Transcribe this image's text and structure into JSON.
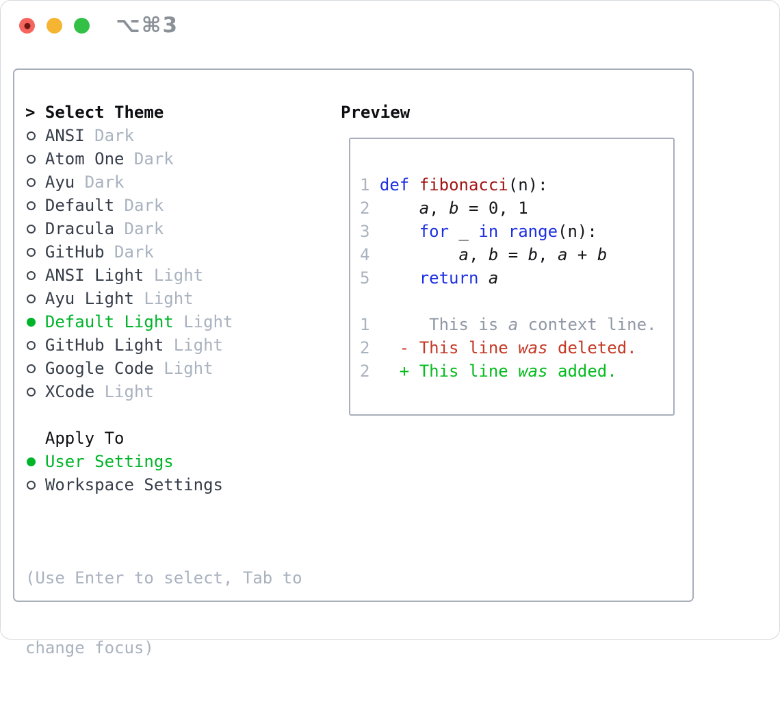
{
  "titlebar": {
    "shortcut": "⌥⌘3"
  },
  "colors": {
    "accent_green": "#00b42a",
    "keyword_blue": "#1d2fe2",
    "function_red": "#a31414",
    "diff_deleted_red": "#c43a26",
    "diff_added_green": "#04bc1e",
    "muted_gray": "#a9b2bf",
    "context_gray": "#8f98a4",
    "text_dark": "#363d49",
    "panel_border": "#a8afbb",
    "traffic_red": "#f5655e",
    "traffic_yellow": "#f6b433",
    "traffic_green": "#32c146"
  },
  "theme_panel": {
    "marker": ">",
    "title": "Select Theme",
    "themes": [
      {
        "name": "ANSI",
        "variant": "Dark",
        "selected": false
      },
      {
        "name": "Atom One",
        "variant": "Dark",
        "selected": false
      },
      {
        "name": "Ayu",
        "variant": "Dark",
        "selected": false
      },
      {
        "name": "Default",
        "variant": "Dark",
        "selected": false
      },
      {
        "name": "Dracula",
        "variant": "Dark",
        "selected": false
      },
      {
        "name": "GitHub",
        "variant": "Dark",
        "selected": false
      },
      {
        "name": "ANSI Light",
        "variant": "Light",
        "selected": false
      },
      {
        "name": "Ayu Light",
        "variant": "Light",
        "selected": false
      },
      {
        "name": "Default Light",
        "variant": "Light",
        "selected": true
      },
      {
        "name": "GitHub Light",
        "variant": "Light",
        "selected": false
      },
      {
        "name": "Google Code",
        "variant": "Light",
        "selected": false
      },
      {
        "name": "XCode",
        "variant": "Light",
        "selected": false
      }
    ],
    "apply_to": {
      "title": "Apply To",
      "options": [
        {
          "name": "User Settings",
          "selected": true
        },
        {
          "name": "Workspace Settings",
          "selected": false
        }
      ]
    },
    "hint_lines": [
      "(Use Enter to select, Tab to",
      "change focus)"
    ]
  },
  "preview": {
    "title": "Preview",
    "lines": [
      [
        {
          "t": "1 ",
          "s": "num"
        },
        {
          "t": "def",
          "s": "kw"
        },
        {
          "t": " ",
          "s": "pl"
        },
        {
          "t": "fibonacci",
          "s": "fn"
        },
        {
          "t": "(n):",
          "s": "pl"
        }
      ],
      [
        {
          "t": "2 ",
          "s": "num"
        },
        {
          "t": "    ",
          "s": "pl"
        },
        {
          "t": "a",
          "s": "var"
        },
        {
          "t": ", ",
          "s": "pl"
        },
        {
          "t": "b",
          "s": "var"
        },
        {
          "t": " = 0, 1",
          "s": "pl"
        }
      ],
      [
        {
          "t": "3 ",
          "s": "num"
        },
        {
          "t": "    ",
          "s": "pl"
        },
        {
          "t": "for",
          "s": "kw"
        },
        {
          "t": " _ ",
          "s": "pl"
        },
        {
          "t": "in",
          "s": "kw"
        },
        {
          "t": " ",
          "s": "pl"
        },
        {
          "t": "range",
          "s": "kw"
        },
        {
          "t": "(n):",
          "s": "pl"
        }
      ],
      [
        {
          "t": "4 ",
          "s": "num"
        },
        {
          "t": "        ",
          "s": "pl"
        },
        {
          "t": "a",
          "s": "var"
        },
        {
          "t": ", ",
          "s": "pl"
        },
        {
          "t": "b",
          "s": "var"
        },
        {
          "t": " = ",
          "s": "pl"
        },
        {
          "t": "b",
          "s": "var"
        },
        {
          "t": ", ",
          "s": "pl"
        },
        {
          "t": "a",
          "s": "var"
        },
        {
          "t": " + ",
          "s": "pl"
        },
        {
          "t": "b",
          "s": "var"
        }
      ],
      [
        {
          "t": "5 ",
          "s": "num"
        },
        {
          "t": "    ",
          "s": "pl"
        },
        {
          "t": "return",
          "s": "kw"
        },
        {
          "t": " ",
          "s": "pl"
        },
        {
          "t": "a",
          "s": "var"
        }
      ],
      [],
      [
        {
          "t": "1",
          "s": "num"
        },
        {
          "t": "      This is ",
          "s": "ctx"
        },
        {
          "t": "a",
          "s": "ctx-var"
        },
        {
          "t": " context line.",
          "s": "ctx"
        }
      ],
      [
        {
          "t": "2",
          "s": "num"
        },
        {
          "t": "   - This line ",
          "s": "del"
        },
        {
          "t": "was",
          "s": "del-var"
        },
        {
          "t": " deleted.",
          "s": "del"
        }
      ],
      [
        {
          "t": "2",
          "s": "num"
        },
        {
          "t": "   + This line ",
          "s": "add"
        },
        {
          "t": "was",
          "s": "add-var"
        },
        {
          "t": " added.",
          "s": "add"
        }
      ]
    ]
  }
}
